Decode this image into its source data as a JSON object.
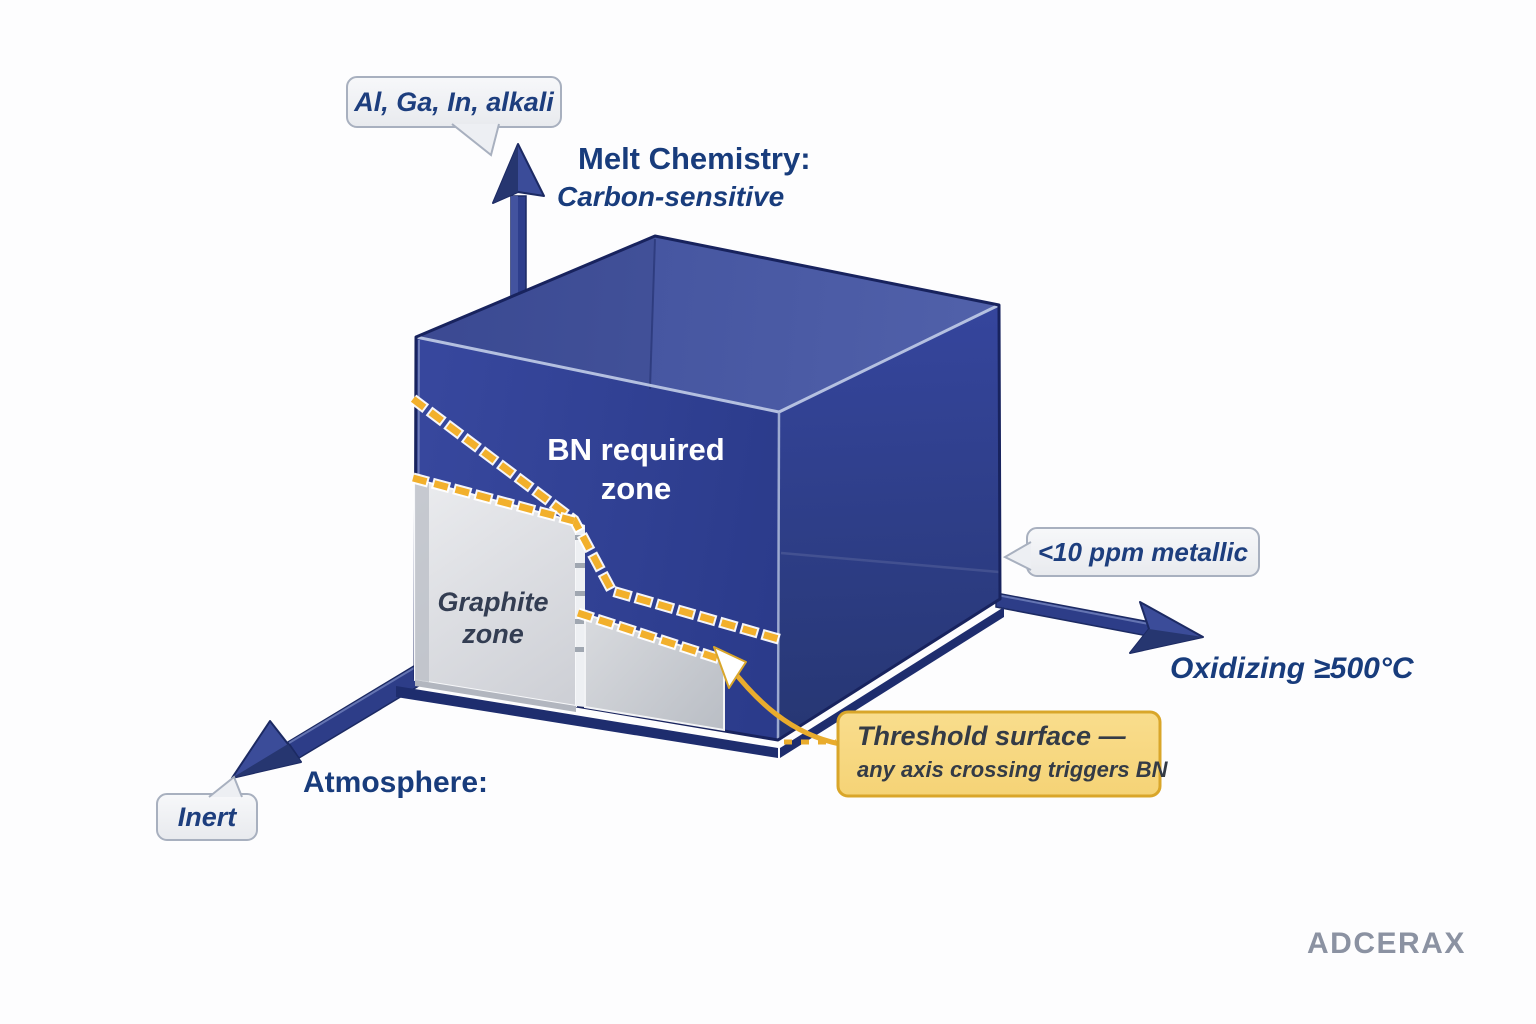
{
  "axes": {
    "melt": {
      "title": "Melt Chemistry:",
      "subtitle": "Carbon-sensitive",
      "callout": "Al, Ga, In, alkali"
    },
    "oxidizing": {
      "label": "Oxidizing ≥500°C",
      "callout": "<10 ppm metallic"
    },
    "atmosphere": {
      "label": "Atmosphere:",
      "callout": "Inert"
    }
  },
  "zones": {
    "bn_required": "BN required zone",
    "graphite": "Graphite zone"
  },
  "threshold_callout": {
    "title": "Threshold surface —",
    "subtitle": "any axis crossing triggers BN"
  },
  "brand": "ADCERAX",
  "colors": {
    "cube_front": "#2e3f90",
    "cube_top": "#47569f",
    "cube_right": "#2c3c8e",
    "axis_navy": "#2d3d88",
    "label_navy": "#183c7c",
    "dash_gold": "#f2b02c",
    "callout_fill": "#f8da82",
    "callout_border": "#d9a62a",
    "panel_gray": "#d9dbe0",
    "brand_gray": "#8b92a2"
  }
}
